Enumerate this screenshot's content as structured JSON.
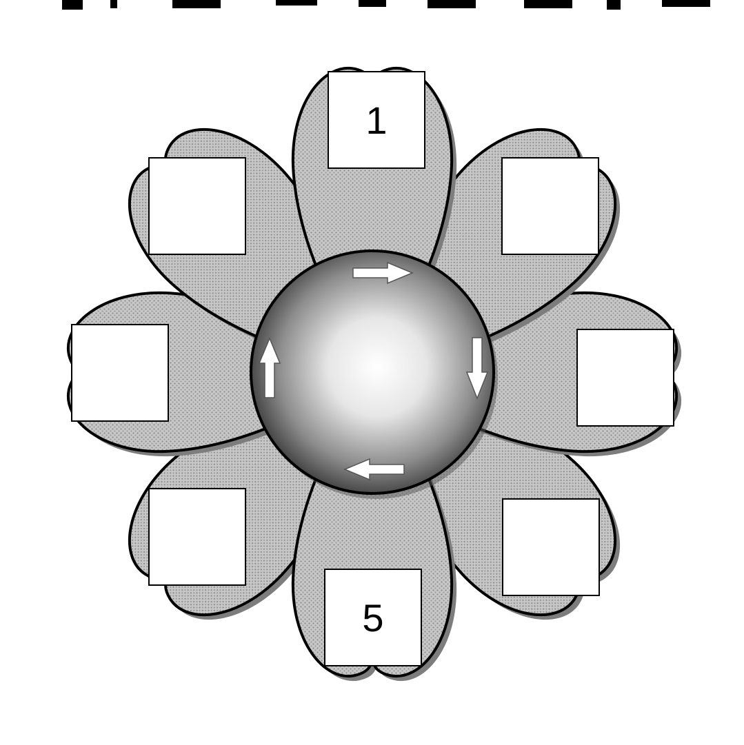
{
  "colors": {
    "petal_fill": "#b9b9b9",
    "petal_stroke": "#000000",
    "shadow": "#7d7d7d",
    "box_fill": "#ffffff",
    "center_light": "#ffffff",
    "center_dark": "#2b2b2b"
  },
  "boxes": [
    {
      "petal": "top",
      "label": "1"
    },
    {
      "petal": "top-right",
      "label": ""
    },
    {
      "petal": "right",
      "label": ""
    },
    {
      "petal": "bottom-right",
      "label": ""
    },
    {
      "petal": "bottom",
      "label": "5"
    },
    {
      "petal": "bottom-left",
      "label": ""
    },
    {
      "petal": "left",
      "label": ""
    },
    {
      "petal": "top-left",
      "label": ""
    }
  ],
  "center": {
    "arrows": [
      "right-arrow",
      "down-arrow",
      "left-arrow",
      "up-arrow"
    ],
    "direction": "clockwise"
  }
}
